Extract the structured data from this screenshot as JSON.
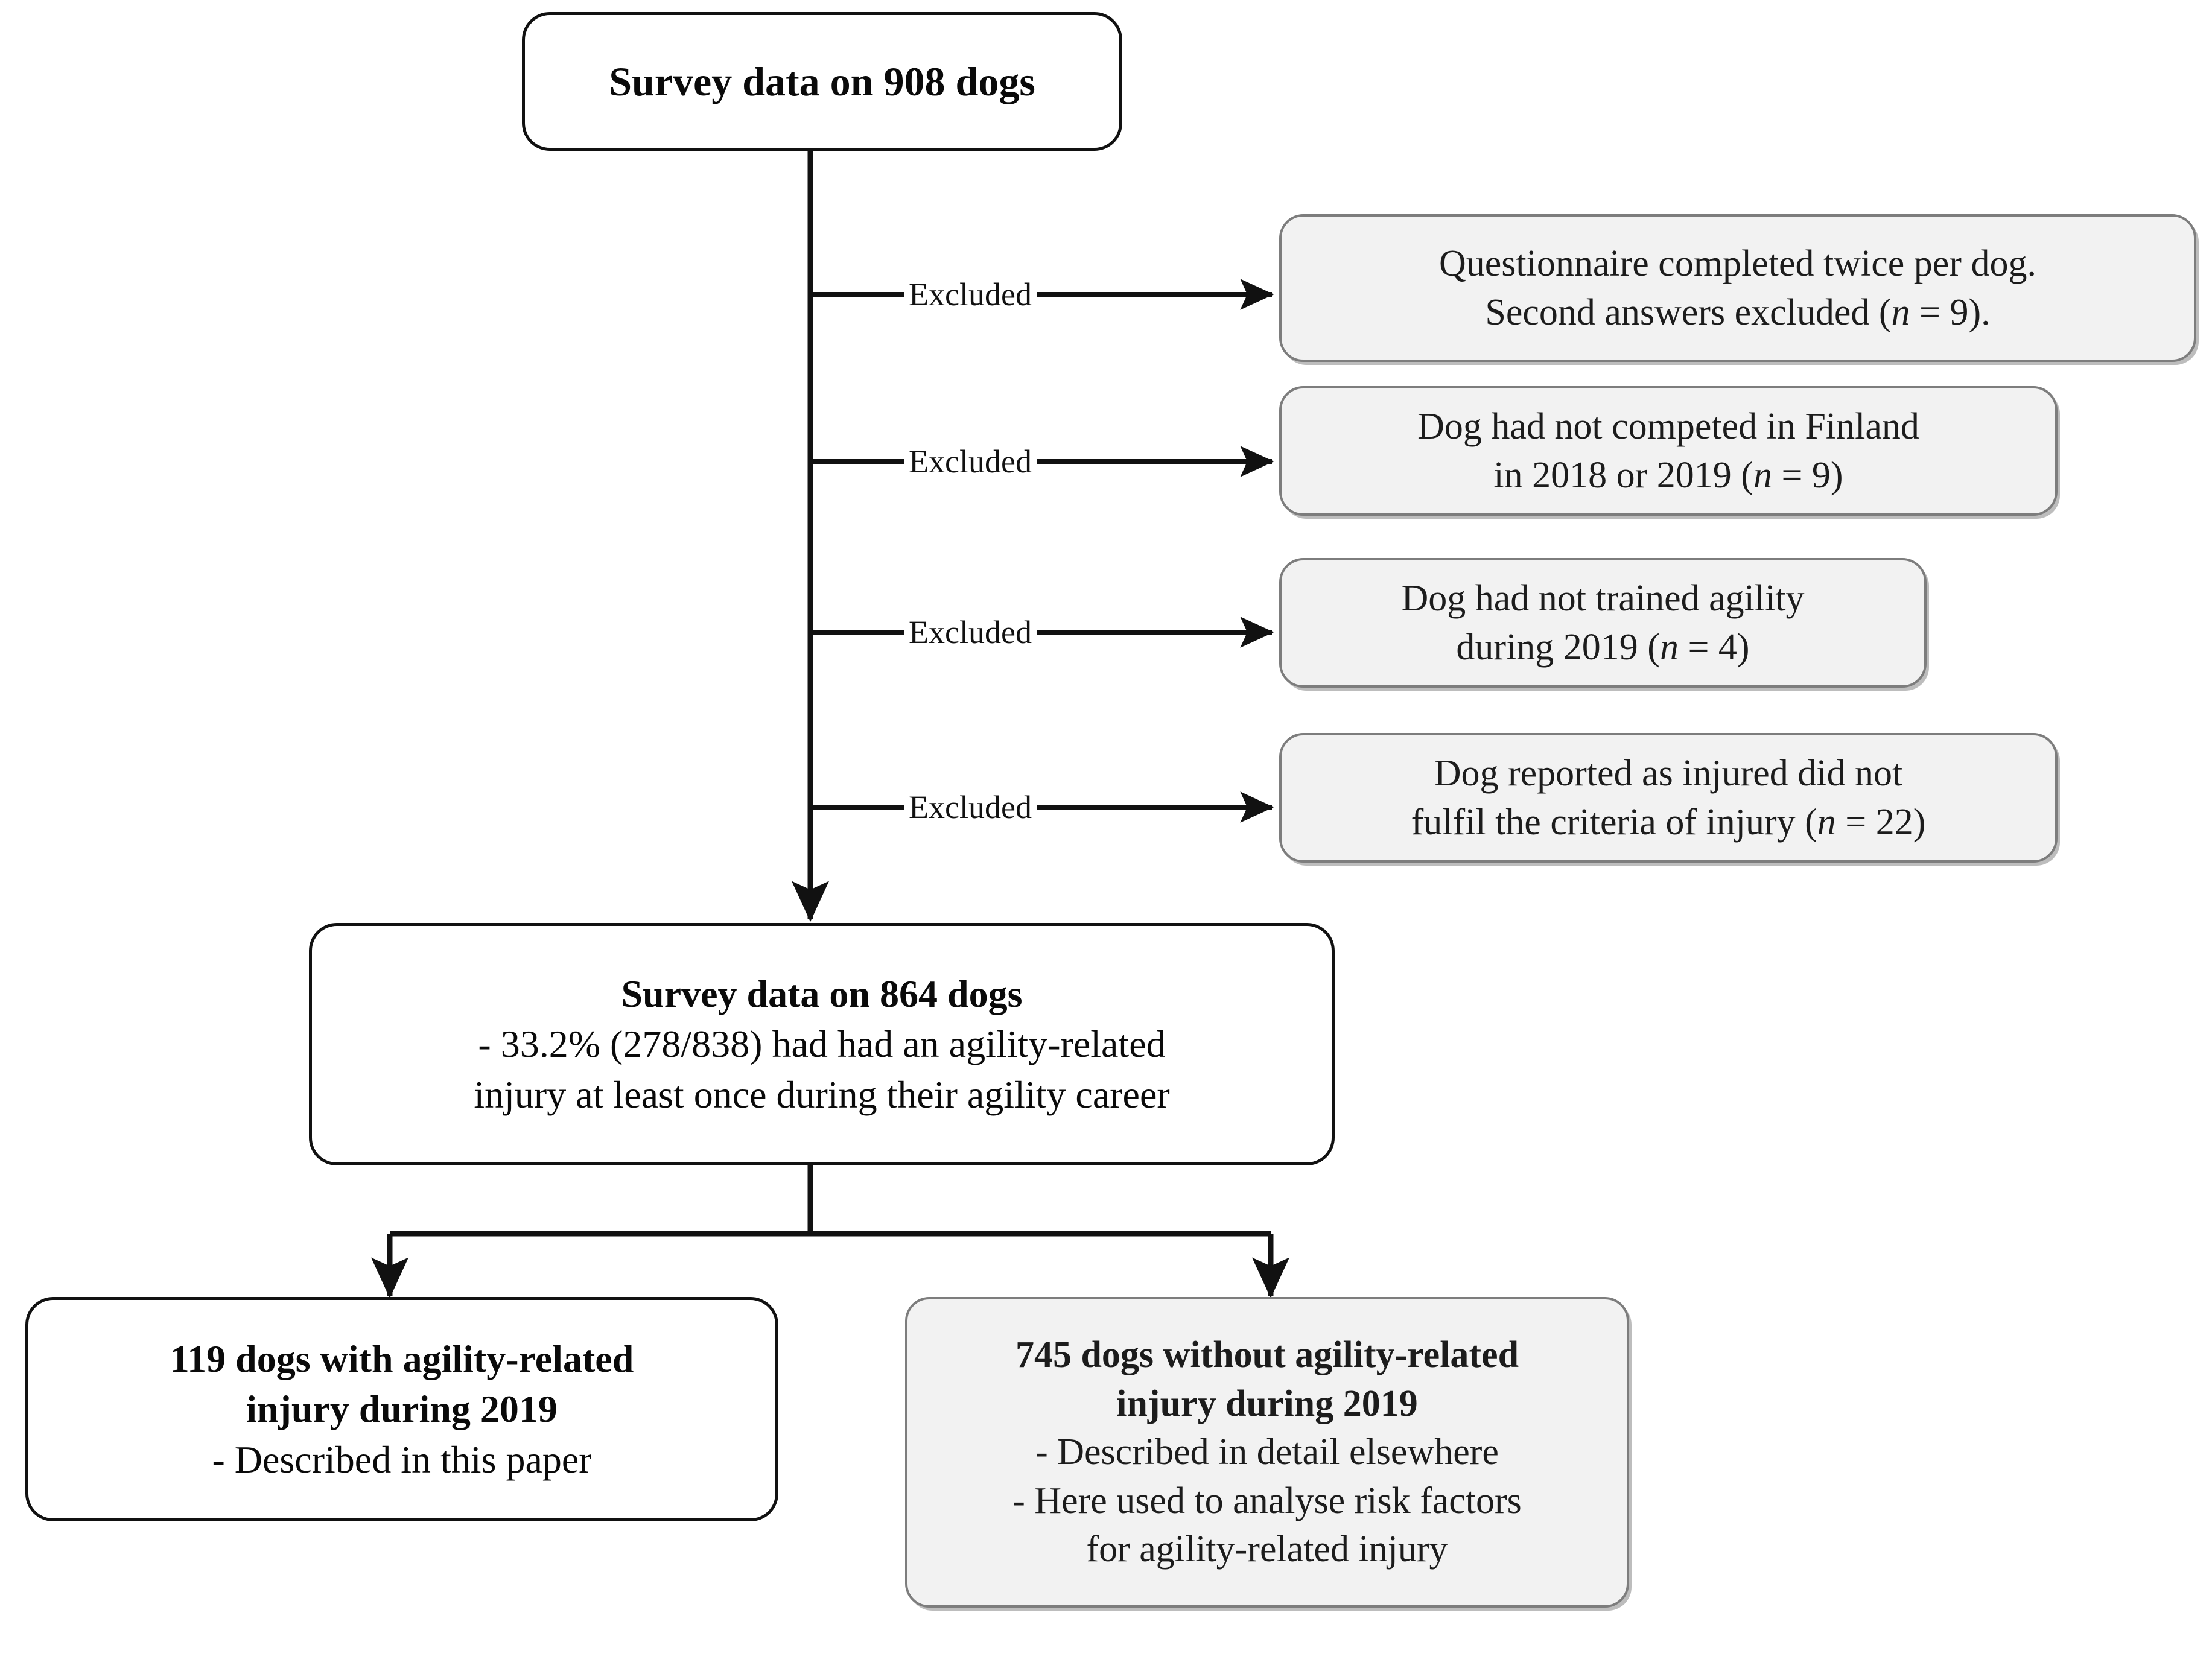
{
  "figure": {
    "type": "flowchart",
    "title": "Dog agility survey participant flow diagram",
    "orientation": "top-down"
  },
  "colors": {
    "page_background": "#ffffff",
    "white_node_fill": "#ffffff",
    "white_node_border": "#111111",
    "gray_node_fill": "#f2f2f2",
    "gray_node_border": "#7d7d7d",
    "gray_node_shadow": "#bdbdbd",
    "connector": "#111111",
    "text": "#0a0a0a"
  },
  "nodes": {
    "start": {
      "id": "survey-908",
      "style": "white",
      "lines": [
        {
          "text": "Survey data on 908 dogs",
          "bold": true
        }
      ]
    },
    "middle": {
      "id": "survey-864",
      "style": "white",
      "lines": [
        {
          "text": "Survey data on 864 dogs",
          "bold": true
        },
        {
          "text": "- 33.2% (278/838) had had an agility-related",
          "bold": false
        },
        {
          "text": "injury at least once during their agility career",
          "bold": false
        }
      ]
    },
    "outcome_left": {
      "id": "dogs-119-injured",
      "style": "white",
      "lines": [
        {
          "text": "119 dogs with agility-related",
          "bold": true
        },
        {
          "text": "injury during 2019",
          "bold": true
        },
        {
          "text": "- Described in this paper",
          "bold": false
        }
      ]
    },
    "outcome_right": {
      "id": "dogs-745-not-injured",
      "style": "gray",
      "lines": [
        {
          "text": "745 dogs without agility-related",
          "bold": true
        },
        {
          "text": "injury during 2019",
          "bold": true
        },
        {
          "text": "- Described in detail elsewhere",
          "bold": false
        },
        {
          "text": "- Here used to analyse risk factors",
          "bold": false
        },
        {
          "text": "for agility-related injury",
          "bold": false
        }
      ]
    }
  },
  "exclusions": [
    {
      "id": "exclusion-1-duplicate-questionnaire",
      "edge_label": "Excluded",
      "style": "gray",
      "n_label": "n",
      "n_value": "9",
      "lines": [
        {
          "prefix": "Questionnaire completed twice per dog.",
          "italic": "",
          "suffix": ""
        },
        {
          "prefix": "Second answers excluded (",
          "italic": "n",
          "suffix": " = 9)."
        }
      ]
    },
    {
      "id": "exclusion-2-not-competed-finland",
      "edge_label": "Excluded",
      "style": "gray",
      "n_label": "n",
      "n_value": "9",
      "lines": [
        {
          "prefix": "Dog had not competed in Finland",
          "italic": "",
          "suffix": ""
        },
        {
          "prefix": "in 2018 or 2019 (",
          "italic": "n",
          "suffix": " = 9)"
        }
      ]
    },
    {
      "id": "exclusion-3-not-trained-agility",
      "edge_label": "Excluded",
      "style": "gray",
      "n_label": "n",
      "n_value": "4",
      "lines": [
        {
          "prefix": "Dog had not trained agility",
          "italic": "",
          "suffix": ""
        },
        {
          "prefix": "during 2019 (",
          "italic": "n",
          "suffix": " = 4)"
        }
      ]
    },
    {
      "id": "exclusion-4-criteria-not-fulfilled",
      "edge_label": "Excluded",
      "style": "gray",
      "n_label": "n",
      "n_value": "22",
      "lines": [
        {
          "prefix": "Dog reported as injured did not",
          "italic": "",
          "suffix": ""
        },
        {
          "prefix": "fulfil the criteria of injury (",
          "italic": "n",
          "suffix": " = 22)"
        }
      ]
    }
  ],
  "edge_labels": {
    "excluded": "Excluded"
  }
}
